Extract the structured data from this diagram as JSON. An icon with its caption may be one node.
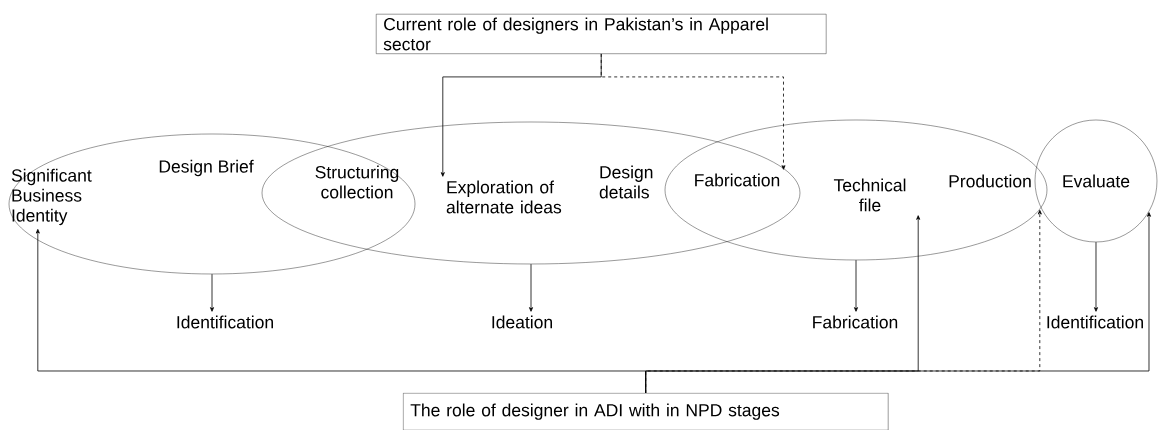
{
  "diagram": {
    "nodes": [
      {
        "text": [
          "Current role of designers in Pakistan’s in Apparel sector"
        ]
      },
      {
        "text": [],
        "shape": "ellipse"
      },
      {
        "text": [],
        "shape": "ellipse"
      },
      {
        "text": [],
        "shape": "ellipse"
      },
      {
        "text": [],
        "shape": "circle"
      },
      {
        "text": [
          "Significant Business Identity"
        ],
        "in": 1
      },
      {
        "text": [
          "Design Brief"
        ],
        "in": 1
      },
      {
        "text": [
          "Structuring collection"
        ]
      },
      {
        "text": [
          "Exploration of alternate ideas"
        ],
        "in": 2
      },
      {
        "text": [
          "Design details"
        ],
        "in": 2
      },
      {
        "text": [
          "Fabrication"
        ]
      },
      {
        "text": [
          "Technical file"
        ],
        "in": 3
      },
      {
        "text": [
          "Production"
        ],
        "in": 3
      },
      {
        "text": [
          "Evaluate"
        ],
        "in": 4
      },
      {
        "text": [
          "Identification"
        ]
      },
      {
        "text": [
          "Ideation"
        ]
      },
      {
        "text": [
          "Fabrication"
        ]
      },
      {
        "text": [
          "Identification"
        ]
      },
      {
        "text": [
          "The role of designer in ADI with in NPD stages"
        ]
      }
    ],
    "edges": [
      {
        "from": 0,
        "to": 8,
        "arrow": "to"
      },
      {
        "from": 0,
        "to": 10,
        "arrow": "to",
        "style": "dashed"
      },
      {
        "from": 1,
        "to": 14,
        "arrow": "to"
      },
      {
        "from": 2,
        "to": 15,
        "arrow": "to"
      },
      {
        "from": 3,
        "to": 16,
        "arrow": "to"
      },
      {
        "from": 4,
        "to": 17,
        "arrow": "to"
      },
      {
        "from": 18,
        "to": 5,
        "arrow": "to"
      },
      {
        "from": 18,
        "to": 11,
        "arrow": "to"
      },
      {
        "from": 18,
        "to": 3,
        "arrow": "to",
        "style": "dashed"
      },
      {
        "from": 18,
        "to": 4,
        "arrow": "to"
      }
    ]
  }
}
